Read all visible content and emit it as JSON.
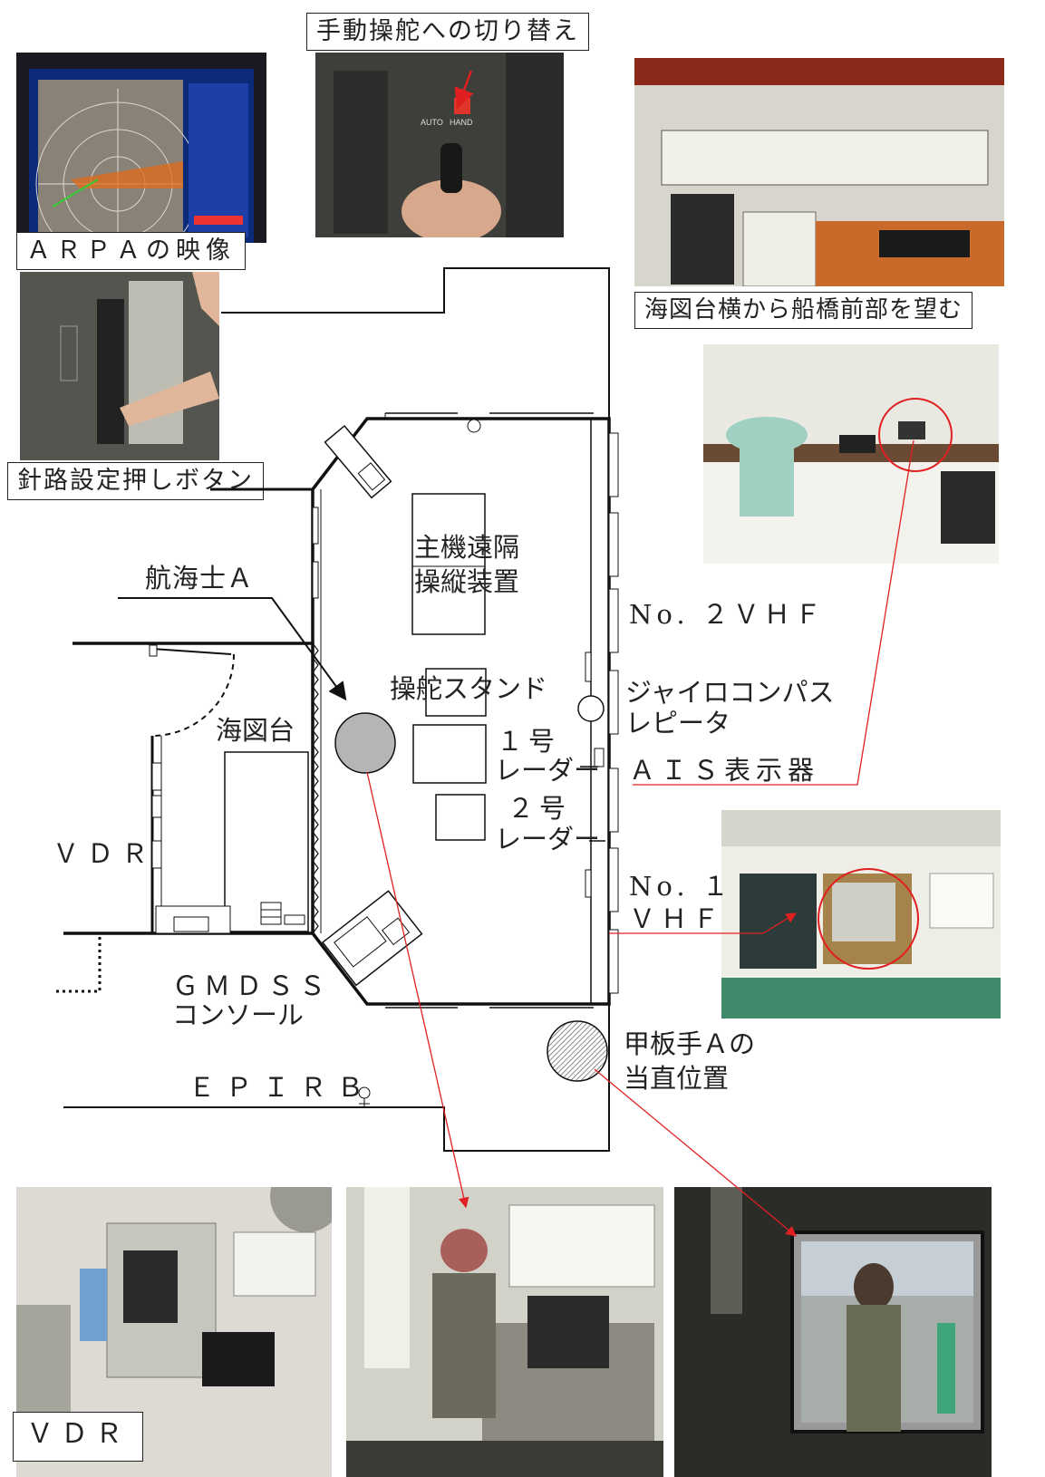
{
  "captions": {
    "arpa_image": "ＡＲＰＡの映像",
    "manual_steering_switch": "手動操舵への切り替え",
    "bridge_forward_view": "海図台横から船橋前部を望む",
    "course_set_button": "針路設定押しボタン",
    "vdr_photo": "ＶＤＲ"
  },
  "plan_labels": {
    "main_engine_remote_1": "主機遠隔",
    "main_engine_remote_2": "操縦装置",
    "navigator_a": "航海士Ａ",
    "steering_stand": "操舵スタンド",
    "chart_table": "海図台",
    "radar_1_no": "１号",
    "radar_1": "レーダー",
    "radar_2_no": "２号",
    "radar_2": "レーダー",
    "vdr": "ＶＤＲ",
    "gmdss_1": "ＧＭＤＳＳ",
    "gmdss_2": "コンソール",
    "epirb": "ＥＰＩＲＢ",
    "vhf_no2": "No. ２ＶＨＦ",
    "gyro_1": "ジャイロコンパス",
    "gyro_2": "レピータ",
    "ais": "ＡＩＳ表示器",
    "vhf_no1_a": "No. １",
    "vhf_no1_b": "ＶＨＦ",
    "deckhand_1": "甲板手Ａの",
    "deckhand_2": "当直位置"
  },
  "photo_text": {
    "auto": "AUTO",
    "hand": "HAND"
  },
  "colors": {
    "leader_line": "#e02020",
    "circle_fill": "#b5b5b5",
    "plan_line": "#111111"
  }
}
